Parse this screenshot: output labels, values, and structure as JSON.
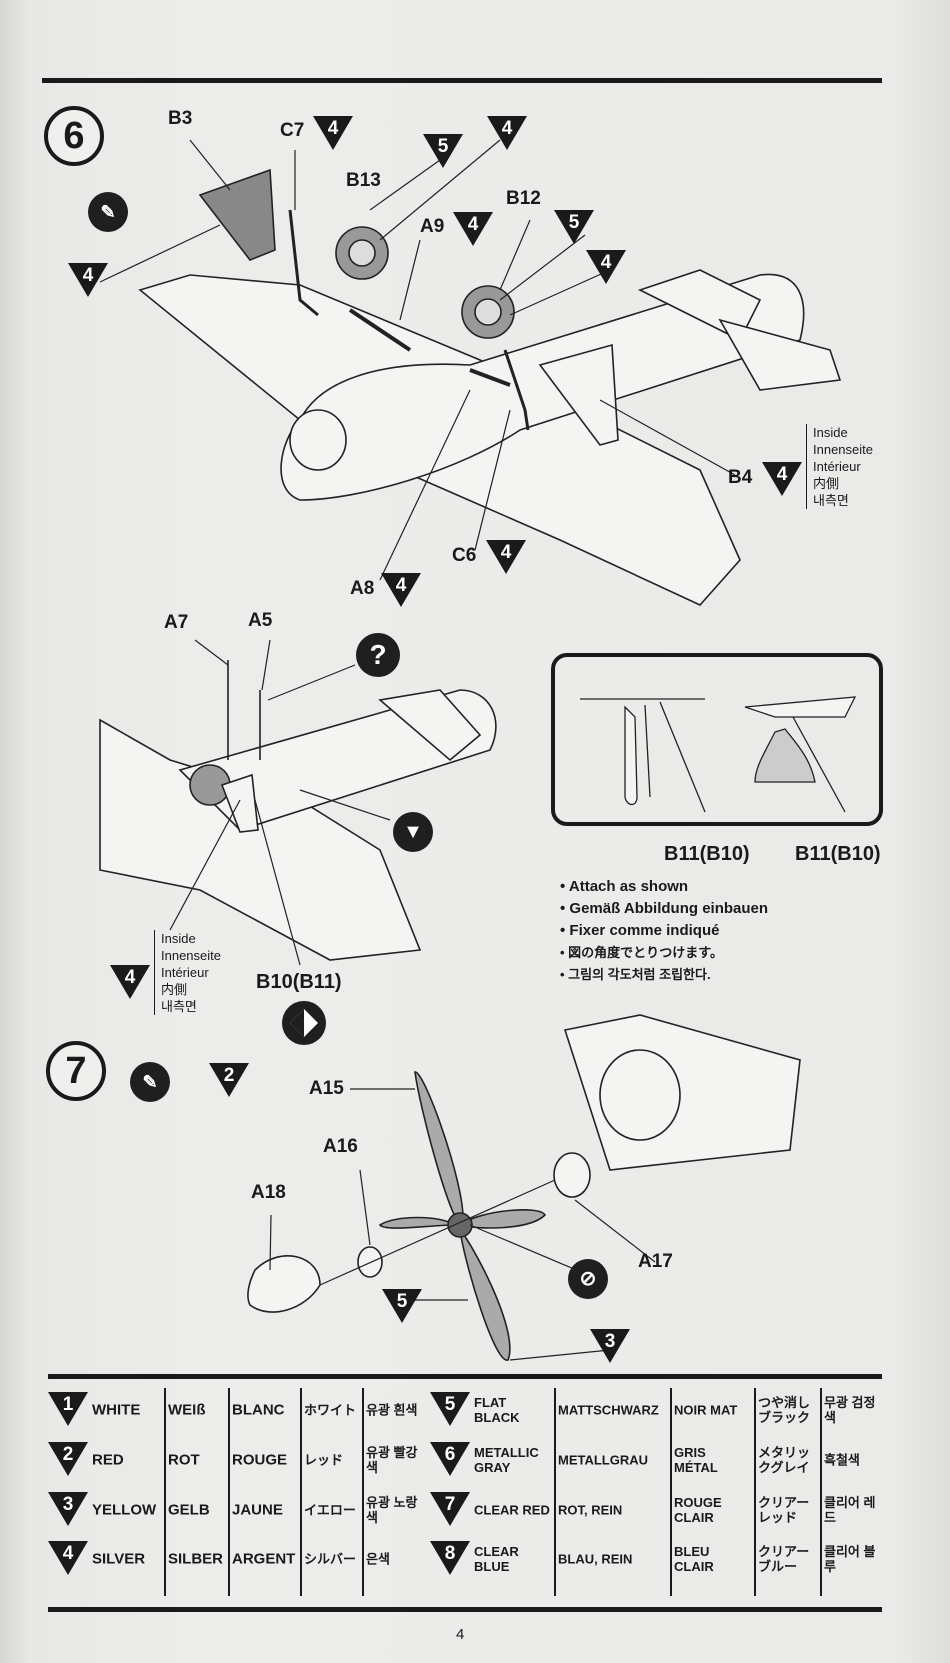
{
  "page_number": "4",
  "step6": {
    "number": "6",
    "parts": {
      "b3": "B3",
      "c7": "C7",
      "b13": "B13",
      "b12": "B12",
      "a9": "A9",
      "b4": "B4",
      "c6": "C6",
      "a8": "A8",
      "a7": "A7",
      "a5": "A5",
      "b11_left": "B11(B10)",
      "b11_right": "B11(B10)",
      "b10": "B10(B11)"
    },
    "paint_marks": {
      "c7": "4",
      "b13_a": "5",
      "b13_b": "4",
      "a9": "4",
      "b12_a": "5",
      "b12_b": "4",
      "left": "4",
      "b4": "4",
      "c6": "4",
      "a8": "4",
      "inside2": "4"
    },
    "inside_1": [
      "Inside",
      "Innenseite",
      "Intérieur",
      "内側",
      "내측면"
    ],
    "inside_2": [
      "Inside",
      "Innenseite",
      "Intérieur",
      "内側",
      "내측면"
    ],
    "question_icon": "?",
    "attach_notes": [
      "Attach as shown",
      "Gemäß Abbildung einbauen",
      "Fixer comme indiqué",
      "図の角度でとりつけます。",
      "그림의 각도처럼 조립한다."
    ]
  },
  "step7": {
    "number": "7",
    "paint_mark": "2",
    "parts": {
      "a15": "A15",
      "a16": "A16",
      "a18": "A18",
      "a17": "A17"
    },
    "paint_marks": {
      "prop": "5",
      "tip": "3"
    }
  },
  "color_table": {
    "left": [
      {
        "num": "1",
        "en": "WHITE",
        "de": "WEIß",
        "fr": "BLANC",
        "ja": "ホワイト",
        "ko": "유광 흰색"
      },
      {
        "num": "2",
        "en": "RED",
        "de": "ROT",
        "fr": "ROUGE",
        "ja": "レッド",
        "ko": "유광 빨강색"
      },
      {
        "num": "3",
        "en": "YELLOW",
        "de": "GELB",
        "fr": "JAUNE",
        "ja": "イエロー",
        "ko": "유광 노랑색"
      },
      {
        "num": "4",
        "en": "SILVER",
        "de": "SILBER",
        "fr": "ARGENT",
        "ja": "シルバー",
        "ko": "은색"
      }
    ],
    "right": [
      {
        "num": "5",
        "en": "FLAT BLACK",
        "de": "MATTSCHWARZ",
        "fr": "NOIR MAT",
        "ja": "つや消しブラック",
        "ko": "무광 검정색"
      },
      {
        "num": "6",
        "en": "METALLIC GRAY",
        "de": "METALLGRAU",
        "fr": "GRIS MÉTAL",
        "ja": "メタリックグレイ",
        "ko": "흑철색"
      },
      {
        "num": "7",
        "en": "CLEAR RED",
        "de": "ROT, REIN",
        "fr": "ROUGE CLAIR",
        "ja": "クリアーレッド",
        "ko": "클리어 레드"
      },
      {
        "num": "8",
        "en": "CLEAR BLUE",
        "de": "BLAU, REIN",
        "fr": "BLEU CLAIR",
        "ja": "クリアーブルー",
        "ko": "클리어 블루"
      }
    ]
  }
}
